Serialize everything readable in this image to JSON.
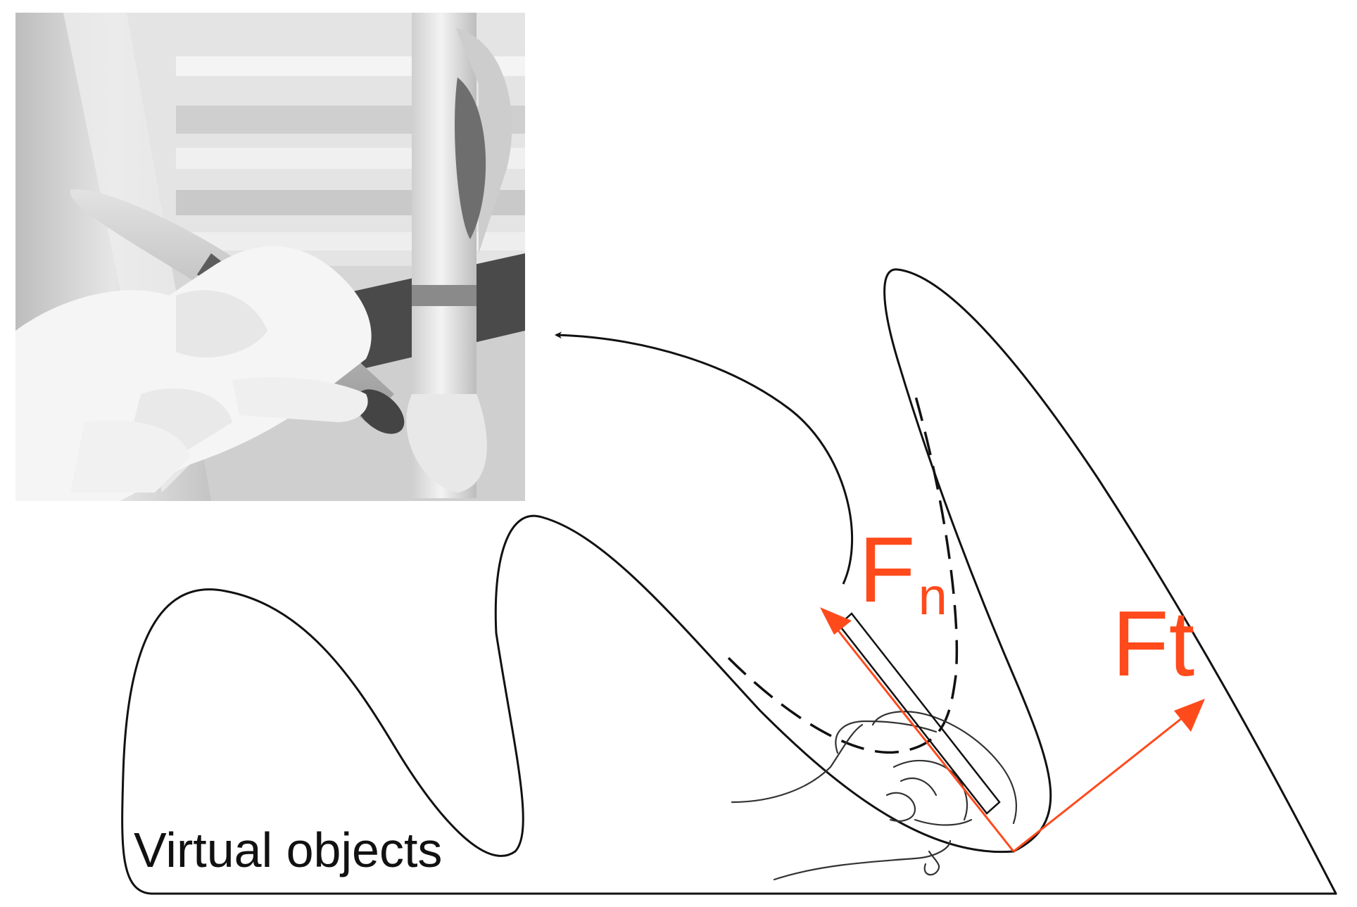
{
  "labels": {
    "virtual_objects": "Virtual objects",
    "normal_force_main": "F",
    "normal_force_sub": "n",
    "tangential_force": "Ft"
  },
  "colors": {
    "outline": "#111111",
    "force": "#ff4a1c",
    "photo_bg": "#d9d9d9"
  },
  "icons": {
    "photo": "haptic-stylus-photo",
    "hand": "hand-holding-stylus-sketch"
  }
}
